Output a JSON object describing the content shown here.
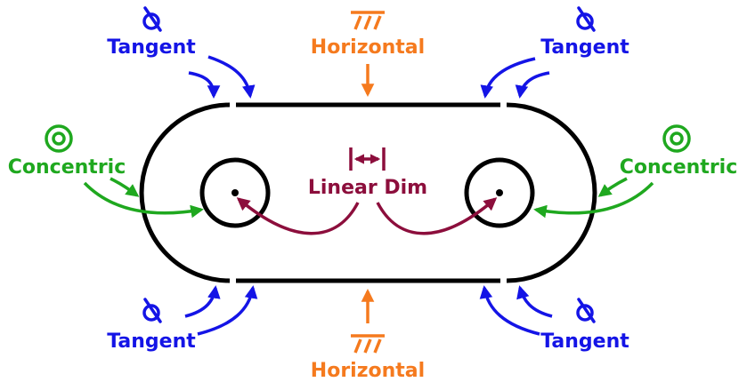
{
  "colors": {
    "geometry": "#000000",
    "tangent": "#1414e6",
    "horizontal": "#f57a1e",
    "concentric": "#1fa81f",
    "linear_dim": "#8c0e3c",
    "background": "#ffffff"
  },
  "labels": {
    "tangent_top_left": "Tangent",
    "tangent_top_right": "Tangent",
    "tangent_bottom_left": "Tangent",
    "tangent_bottom_right": "Tangent",
    "horizontal_top": "Horizontal",
    "horizontal_bottom": "Horizontal",
    "concentric_left": "Concentric",
    "concentric_right": "Concentric",
    "linear_dim": "Linear Dim"
  },
  "icons": {
    "tangent": "tangent-icon",
    "horizontal": "horizontal-icon",
    "concentric": "concentric-icon",
    "linear_dim": "linear-dimension-icon"
  }
}
